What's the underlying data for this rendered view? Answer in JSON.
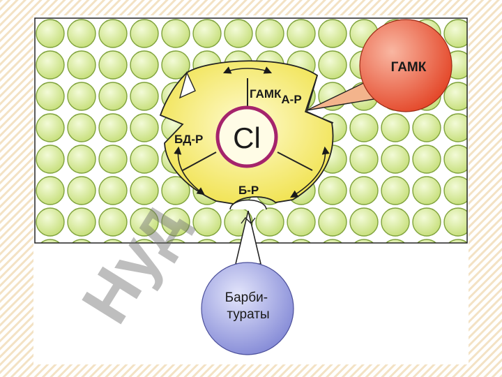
{
  "diagram": {
    "center_ion": "Cl",
    "gaba_a_receptor": {
      "main": "ГАМК",
      "sub": "А-Р"
    },
    "benzodiazepine_receptor": "БД-Р",
    "barbiturate_receptor": "Б-Р",
    "gaba_ligand": "ГАМК",
    "barbiturates_ligand": {
      "line1": "Барби-",
      "line2": "тураты"
    },
    "watermark": "Нуд",
    "colors": {
      "membrane_circle": "#d6ec9c",
      "membrane_circle_stroke": "#7fa23c",
      "channel_fill": "#f7ef73",
      "ion_ring": "#a5246c",
      "gaba_ball": "#ef5a3a",
      "barbiturate_ball": "#8f96dc"
    }
  }
}
